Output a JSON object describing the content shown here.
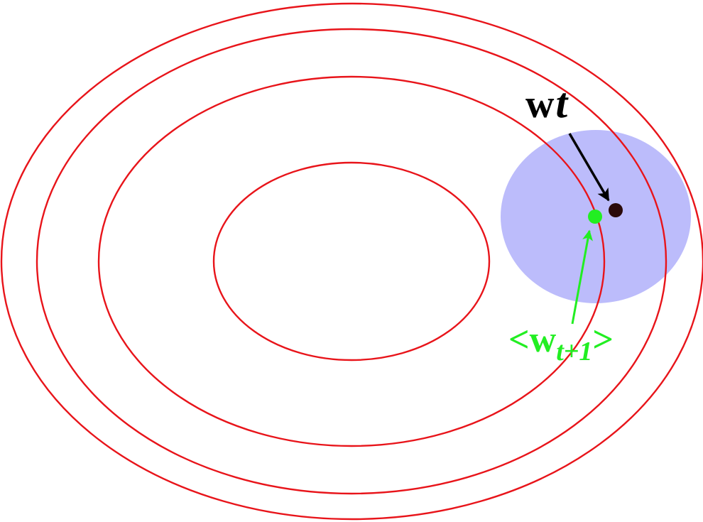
{
  "colors": {
    "contour": "#e8141a",
    "region_fill": "#bcbcfb",
    "current_point": "#2a0a0a",
    "current_label": "#000000",
    "next_point": "#22ee22",
    "next_label": "#22ee22"
  },
  "labels": {
    "current": {
      "symbol": "w",
      "subscript": "t"
    },
    "next": {
      "open": "<",
      "symbol": "w",
      "subscript": "t+1",
      "close": ">"
    }
  }
}
